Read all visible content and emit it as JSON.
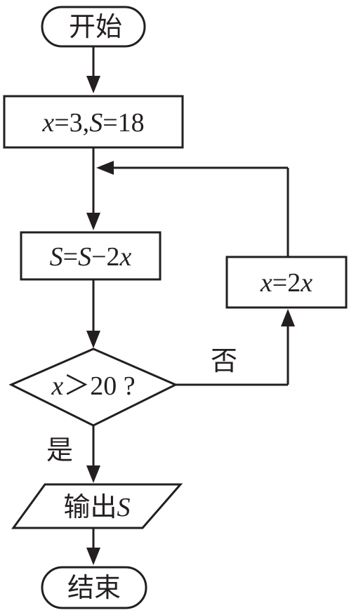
{
  "flowchart": {
    "start": "开始",
    "init": {
      "x_var": "x",
      "eq1": "=3,",
      "s_var": "S",
      "eq2": "=18"
    },
    "update_s": {
      "s_left": "S",
      "eq": "=",
      "s_right": "S",
      "minus": "−2",
      "x_var": "x"
    },
    "update_x": {
      "x_var": "x",
      "eq": "=2",
      "x_var2": "x"
    },
    "decision": {
      "x_var": "x",
      "rest": "＞20 ?"
    },
    "branch_no": "否",
    "branch_yes": "是",
    "output": {
      "text": "输出",
      "s_var": "S"
    },
    "end": "结束"
  },
  "colors": {
    "ink": "#231f20",
    "background": "#ffffff"
  }
}
